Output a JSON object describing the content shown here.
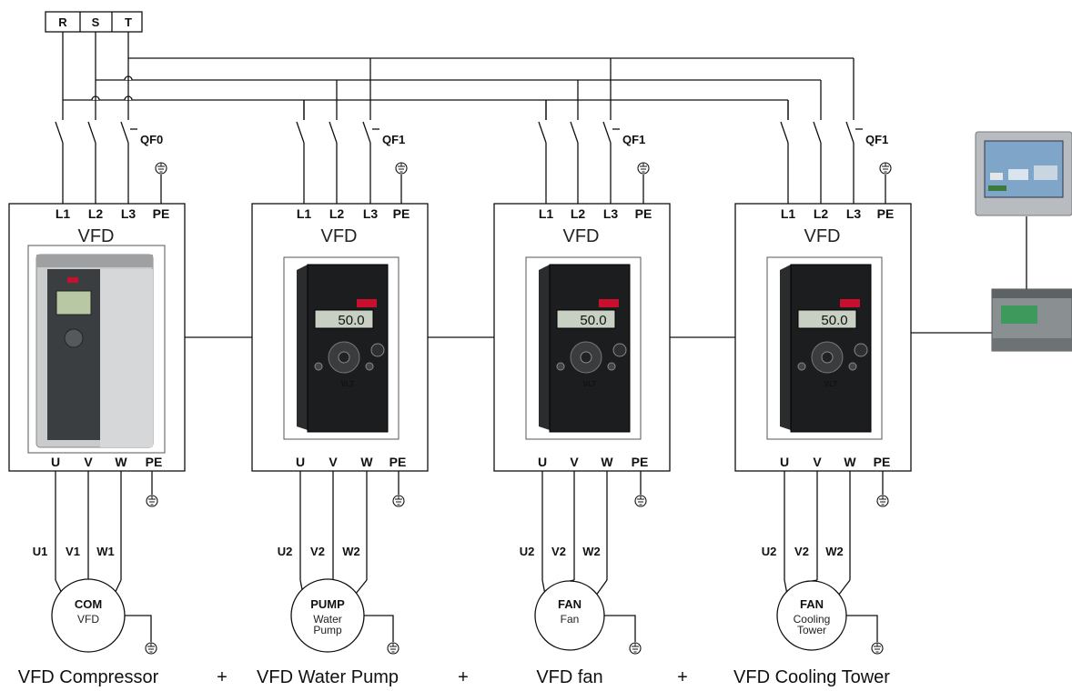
{
  "supply": {
    "labels": [
      "R",
      "S",
      "T"
    ]
  },
  "breakers": [
    "QF0",
    "QF1",
    "QF1",
    "QF1"
  ],
  "drives": [
    {
      "title": "VFD",
      "inputs": [
        "L1",
        "L2",
        "L3",
        "PE"
      ],
      "outputs": [
        "U",
        "V",
        "W",
        "PE"
      ],
      "wires": [
        "U1",
        "V1",
        "W1"
      ],
      "motor_name": "COM",
      "motor_sub": [
        "VFD"
      ],
      "caption": "VFD Compressor"
    },
    {
      "title": "VFD",
      "inputs": [
        "L1",
        "L2",
        "L3",
        "PE"
      ],
      "outputs": [
        "U",
        "V",
        "W",
        "PE"
      ],
      "wires": [
        "U2",
        "V2",
        "W2"
      ],
      "motor_name": "PUMP",
      "motor_sub": [
        "Water",
        "Pump"
      ],
      "caption": "VFD Water Pump"
    },
    {
      "title": "VFD",
      "inputs": [
        "L1",
        "L2",
        "L3",
        "PE"
      ],
      "outputs": [
        "U",
        "V",
        "W",
        "PE"
      ],
      "wires": [
        "U2",
        "V2",
        "W2"
      ],
      "motor_name": "FAN",
      "motor_sub": [
        "Fan"
      ],
      "caption": "VFD fan"
    },
    {
      "title": "VFD",
      "inputs": [
        "L1",
        "L2",
        "L3",
        "PE"
      ],
      "outputs": [
        "U",
        "V",
        "W",
        "PE"
      ],
      "wires": [
        "U2",
        "V2",
        "W2"
      ],
      "motor_name": "FAN",
      "motor_sub": [
        "Cooling",
        "Tower"
      ],
      "caption": "VFD Cooling Tower"
    }
  ],
  "plus": [
    "+",
    "+",
    "+"
  ],
  "micro_display": "50.0",
  "micro_brand": "VLT"
}
